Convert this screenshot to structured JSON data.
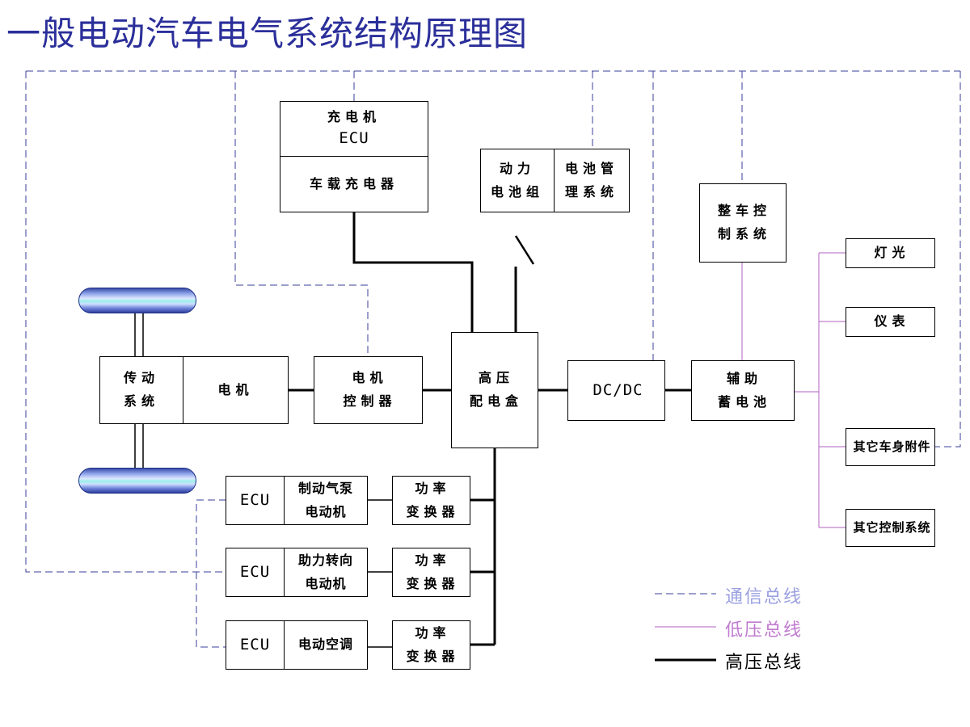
{
  "title": "一般电动汽车电气系统结构原理图",
  "colors": {
    "title": "#2b2f9a",
    "comm_bus": "#3a3f9a",
    "low_voltage": "#b060c0",
    "high_voltage": "#000000",
    "wheel": "#3a4ca8"
  },
  "boxes": {
    "charger_ecu": {
      "name": "充电机",
      "ecu": "ECU",
      "bottom": "车载充电器"
    },
    "battery_pack": "动力\n电池组",
    "bms": "电池管\n理系统",
    "vcu": "整车控\n制系统",
    "transmission": "传动\n系统",
    "motor": "电机",
    "motor_controller": "电机\n控制器",
    "hv_distribution": "高压\n配电盒",
    "dcdc": "DC/DC",
    "aux_battery": "辅助\n蓄电池",
    "lights": "灯光",
    "instruments": "仪表",
    "body_accessories": "其它车身附件",
    "other_control": "其它控制系统",
    "brake_pump": {
      "ecu": "ECU",
      "device": "制动气泵\n电动机",
      "converter": "功率\n变换器"
    },
    "power_steering": {
      "ecu": "ECU",
      "device": "助力转向\n电动机",
      "converter": "功率\n变换器"
    },
    "ac": {
      "ecu": "ECU",
      "device": "电动空调",
      "converter": "功率\n变换器"
    }
  },
  "legend": {
    "comm_bus": "通信总线",
    "low_voltage": "低压总线",
    "high_voltage": "高压总线"
  }
}
